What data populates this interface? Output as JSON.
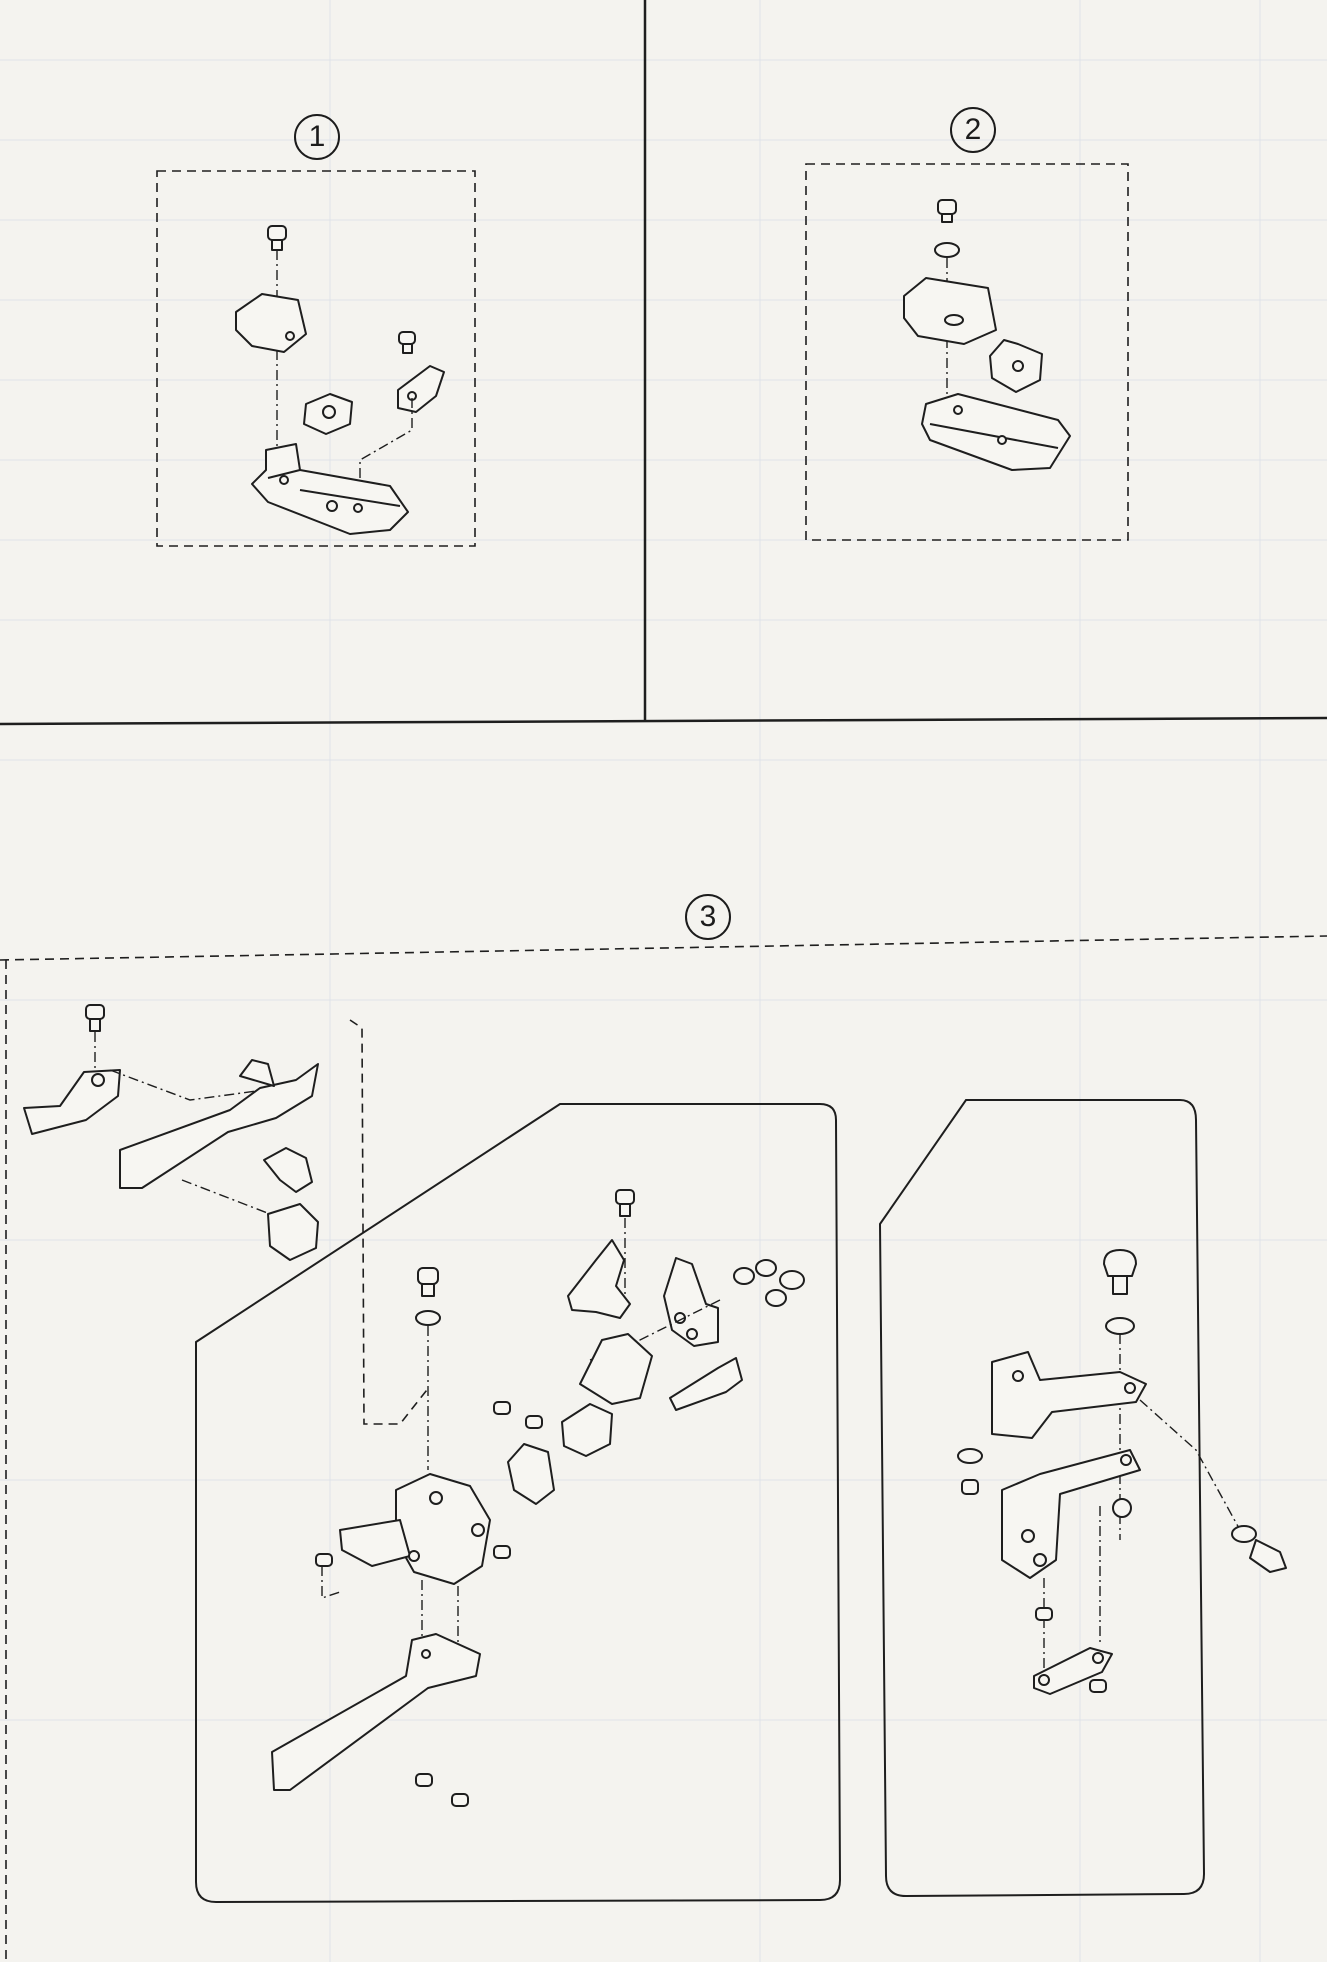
{
  "labels": {
    "panel1": "1",
    "panel2": "2",
    "panel3": "3"
  },
  "colors": {
    "paper": "#f4f3ef",
    "ink": "#1e1e1e",
    "faint_grid": "#d8dde3"
  },
  "icons": {
    "screw": "screw-icon",
    "washer": "washer-icon",
    "presser_foot": "presser-foot-icon",
    "bracket": "bracket-icon"
  }
}
